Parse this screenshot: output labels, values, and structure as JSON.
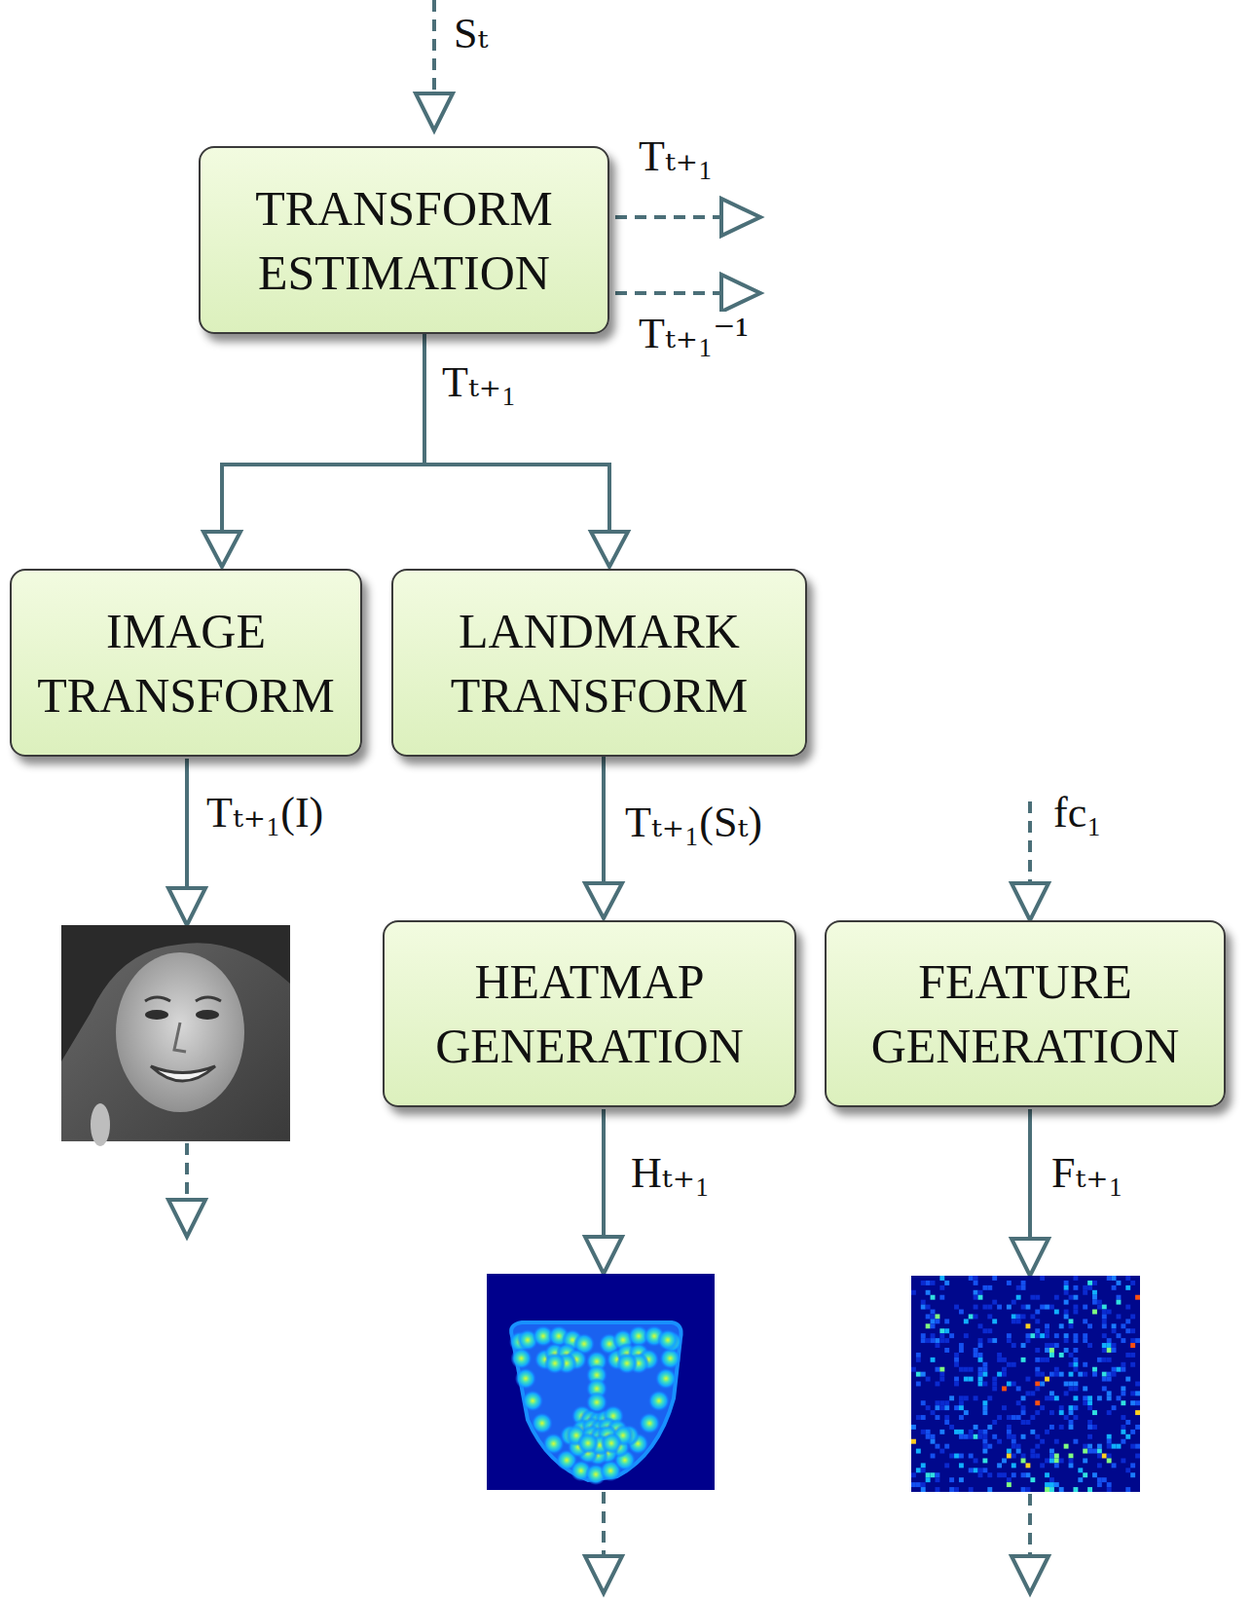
{
  "diagram": {
    "nodes": [
      {
        "text": [
          "TRANSFORM ESTIMATION"
        ]
      },
      {
        "text": [
          "IMAGE TRANSFORM"
        ]
      },
      {
        "text": [
          "LANDMARK TRANSFORM"
        ]
      },
      {
        "text": [
          "HEATMAP GENERATION"
        ]
      },
      {
        "text": [
          "FEATURE GENERATION"
        ]
      }
    ],
    "edges": [
      {
        "from": 0,
        "to": 1,
        "label": "Tₜ₊₁",
        "arrow": "to"
      },
      {
        "from": 0,
        "to": 2,
        "arrow": "to"
      },
      {
        "from": 2,
        "to": 3,
        "label": "Tₜ₊₁(Sₜ)",
        "arrow": "to"
      }
    ],
    "labels": [
      "Sₜ",
      "Tₜ₊₁",
      "Tₜ₊₁⁻¹",
      "Tₜ₊₁(I)",
      "fc₁",
      "Hₜ₊₁",
      "Fₜ₊₁"
    ]
  }
}
